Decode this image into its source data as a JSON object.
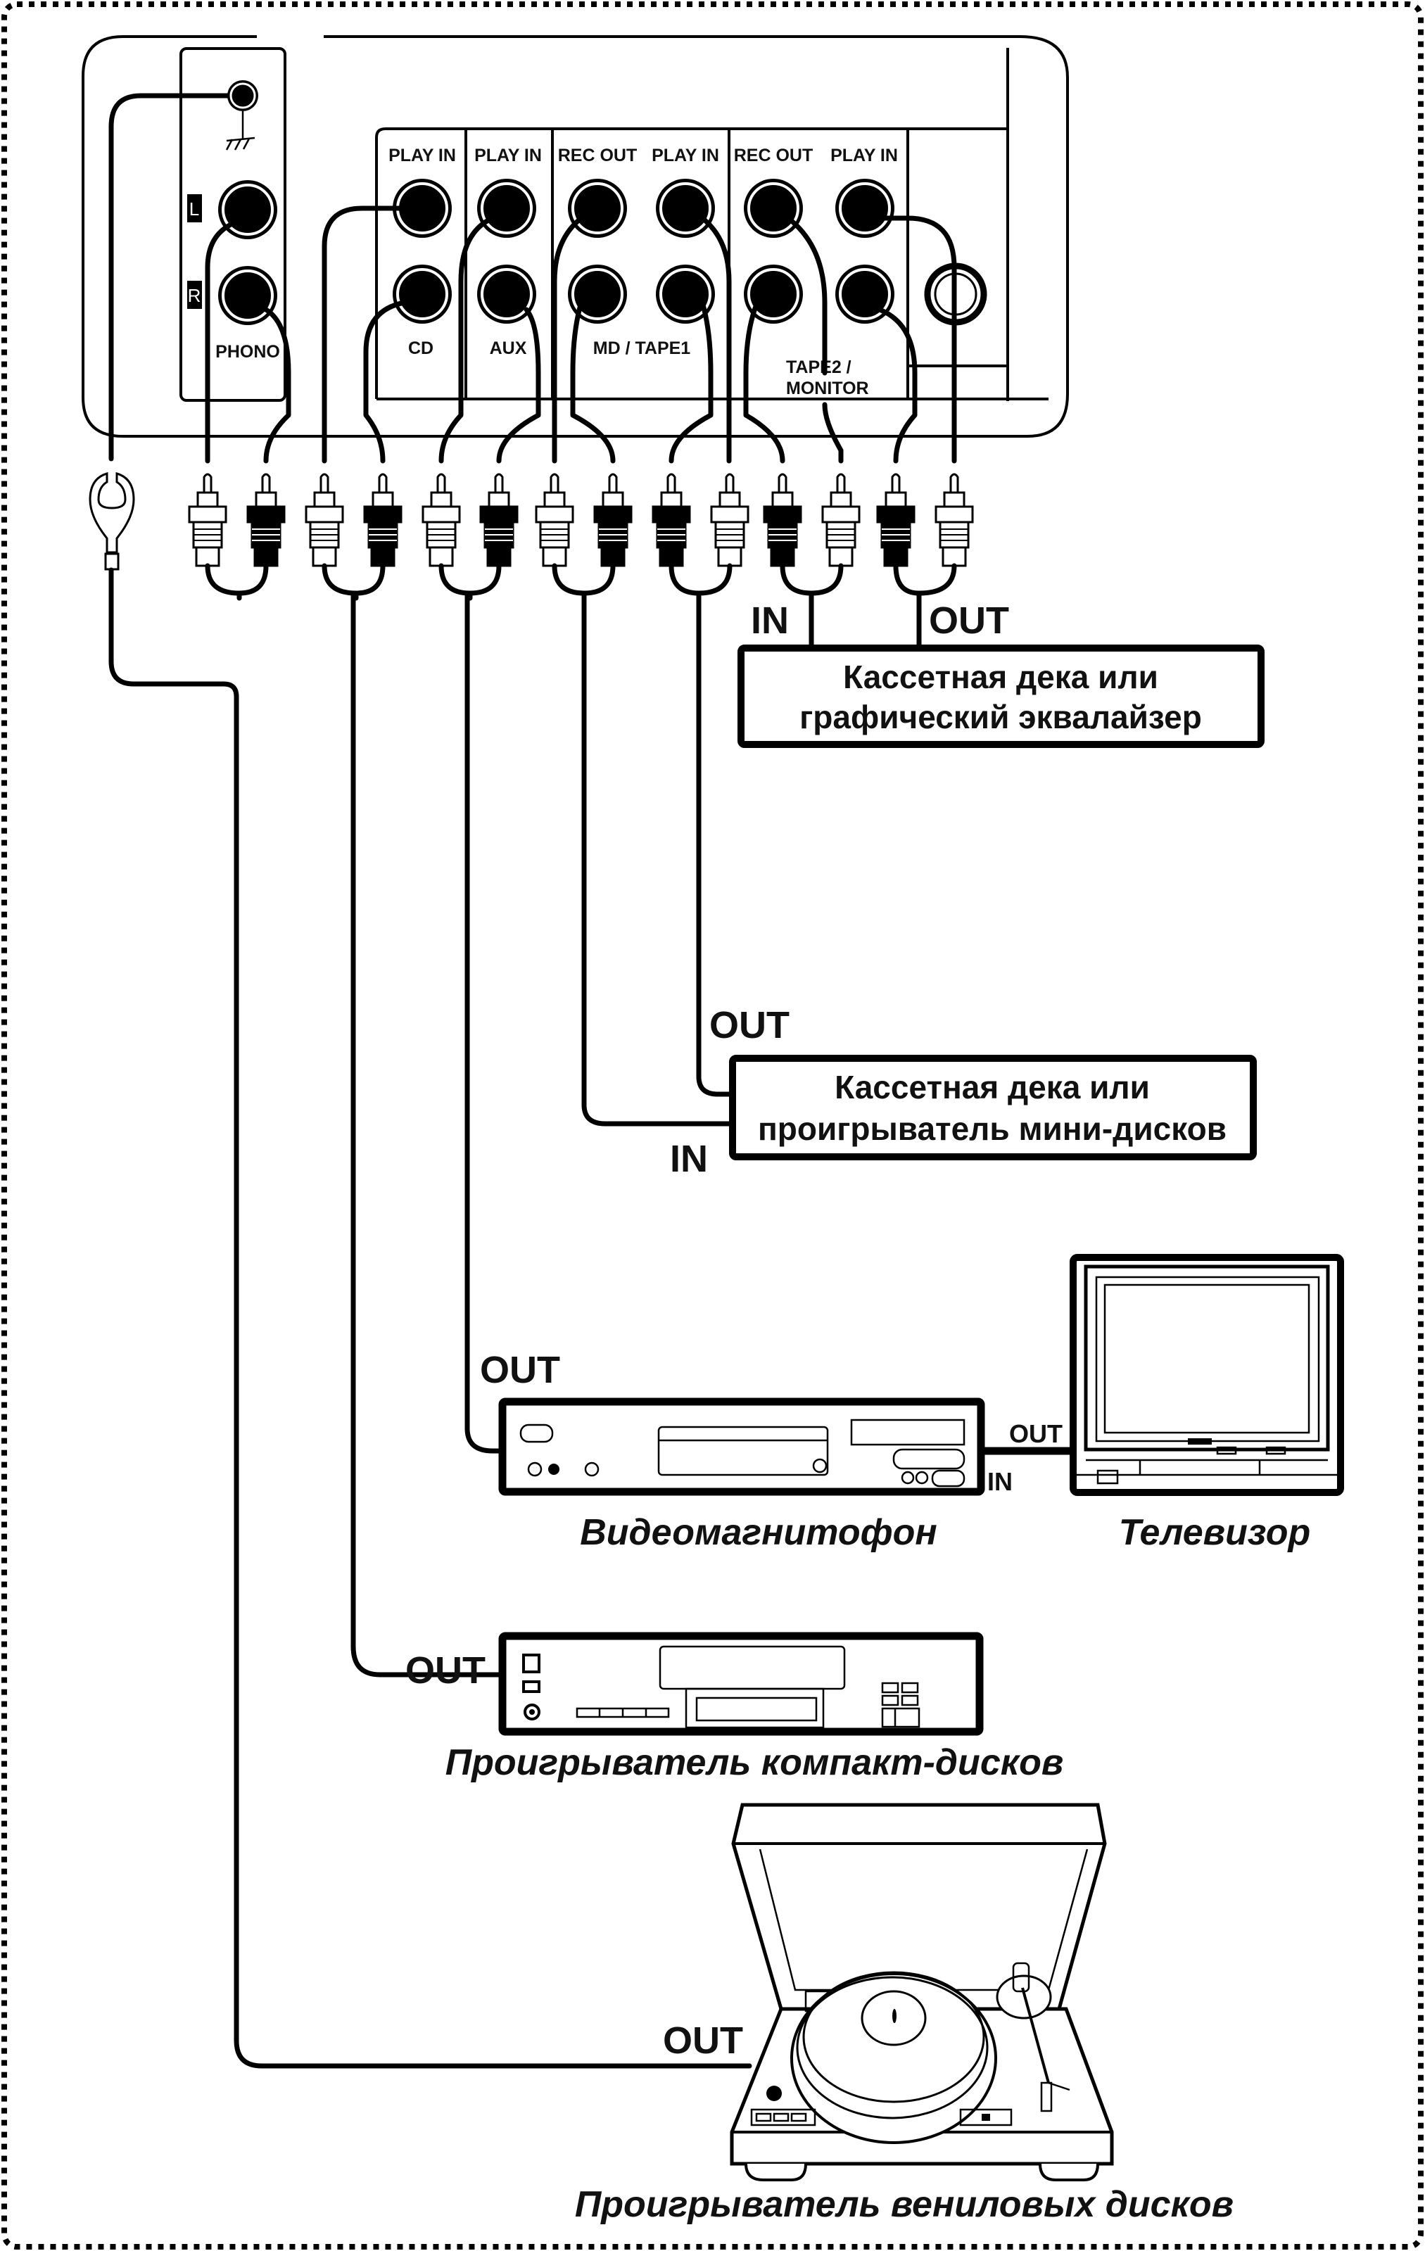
{
  "receiver": {
    "phono_panel": {
      "label": "PHONO",
      "left_badge": "L",
      "right_badge": "R",
      "ground_icon": "ground-terminal"
    },
    "jack_groups": [
      {
        "name": "CD",
        "top_label": "PLAY IN"
      },
      {
        "name": "AUX",
        "top_label": "PLAY IN"
      },
      {
        "name": "MD / TAPE1",
        "top_labels": [
          "REC OUT",
          "PLAY IN"
        ]
      },
      {
        "name_line1": "TAPE2 /",
        "name_line2": "MONITOR",
        "top_labels": [
          "REC OUT",
          "PLAY IN"
        ]
      }
    ]
  },
  "plugs": {
    "colors": [
      "white",
      "black",
      "white",
      "black",
      "white",
      "black",
      "white",
      "black",
      "black",
      "white",
      "black",
      "white",
      "black",
      "white"
    ]
  },
  "devices": {
    "tape2": {
      "line1": "Кассетная дека или",
      "line2": "графический эквалайзер",
      "in_label": "IN",
      "out_label": "OUT"
    },
    "md_tape1": {
      "line1": "Кассетная дека или",
      "line2": "проигрыватель мини-дисков",
      "in_label": "IN",
      "out_label": "OUT"
    },
    "vcr": {
      "name": "Видеомагнитофон",
      "out_label": "OUT",
      "tv_out_label": "OUT",
      "tv_in_label": "IN"
    },
    "tv": {
      "name": "Телевизор"
    },
    "cd_player": {
      "name": "Проигрыватель компакт-дисков",
      "out_label": "OUT"
    },
    "turntable": {
      "name": "Проигрыватель вениловых дисков",
      "out_label": "OUT"
    }
  },
  "colors": {
    "ink": "#000000",
    "paper": "#ffffff"
  }
}
